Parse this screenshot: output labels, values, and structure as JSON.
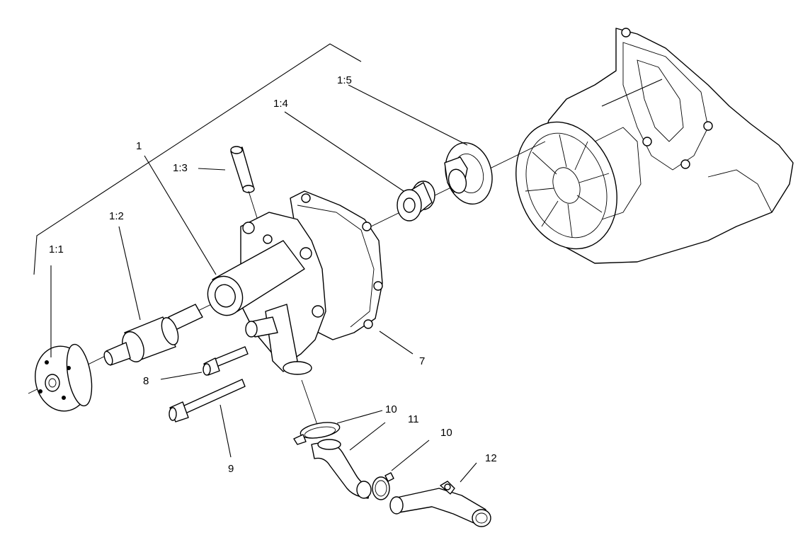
{
  "labels": {
    "p1": "1",
    "p1_1": "1:1",
    "p1_2": "1:2",
    "p1_3": "1:3",
    "p1_4": "1:4",
    "p1_5": "1:5",
    "p7": "7",
    "p8": "8",
    "p9": "9",
    "p10a": "10",
    "p10b": "10",
    "p11": "11",
    "p12": "12"
  }
}
